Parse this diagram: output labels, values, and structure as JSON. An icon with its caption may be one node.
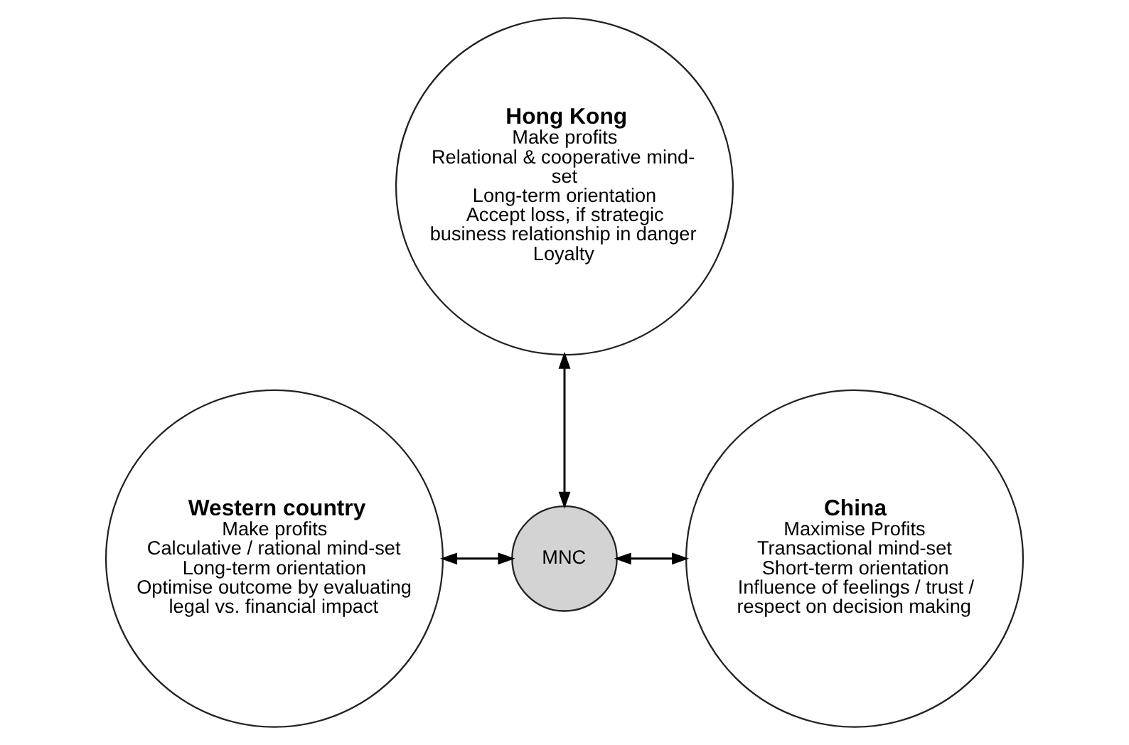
{
  "diagram": {
    "nodes": [
      {
        "text": [
          "Hong Kong",
          "Make profits",
          "Relational & cooperative mind-set",
          "Long-term orientation",
          "Accept loss, if strategic business relationship in danger",
          "Loyalty"
        ]
      },
      {
        "text": [
          "Western country",
          "Make profits",
          "Calculative / rational mind-set",
          "Long-term orientation",
          "Optimise outcome by evaluating legal vs. financial impact"
        ]
      },
      {
        "text": [
          "MNC"
        ]
      },
      {
        "text": [
          "China",
          "Maximise Profits",
          "Transactional mind-set",
          "Short-term orientation",
          "Influence of feelings / trust / respect on decision making"
        ]
      }
    ],
    "edges": [
      {
        "from": 2,
        "to": 0,
        "arrow": "both"
      },
      {
        "from": 1,
        "to": 2,
        "arrow": "both"
      },
      {
        "from": 2,
        "to": 3,
        "arrow": "both"
      }
    ]
  }
}
